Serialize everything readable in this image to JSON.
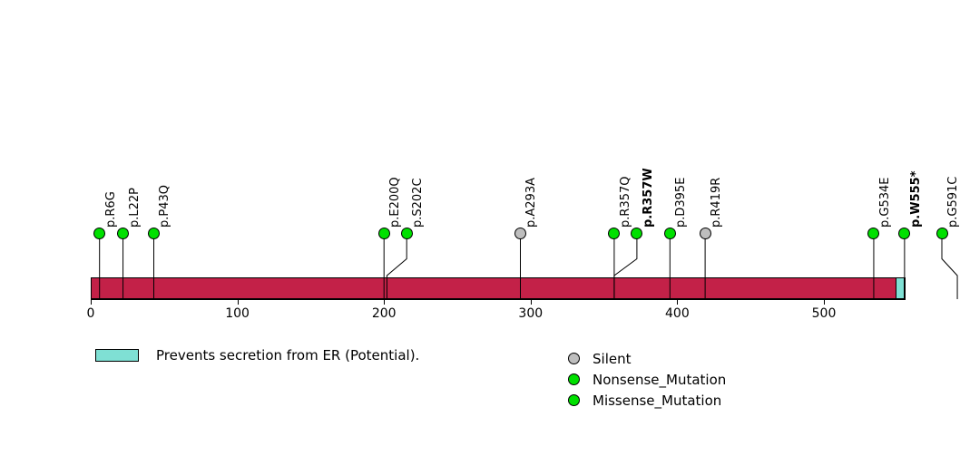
{
  "chart_data": {
    "type": "lollipop",
    "title": "",
    "xlabel": "",
    "ylabel": "",
    "xlim": [
      0,
      586
    ],
    "grid": false,
    "protein": {
      "length": 556,
      "bar_color": "#C32148",
      "start": 0,
      "end": 556
    },
    "domains": [
      {
        "name": "Prevents secretion from ER (Potential).",
        "color": "#7FE0D4",
        "start": 549,
        "end": 555
      }
    ],
    "mutations": [
      {
        "label": "p.R6G",
        "position": 6,
        "type": "Missense_Mutation",
        "color": "#00E000",
        "bold": false
      },
      {
        "label": "p.L22P",
        "position": 22,
        "type": "Missense_Mutation",
        "color": "#00E000",
        "bold": false
      },
      {
        "label": "p.P43Q",
        "position": 43,
        "type": "Missense_Mutation",
        "color": "#00E000",
        "bold": false
      },
      {
        "label": "p.E200Q",
        "position": 200,
        "type": "Missense_Mutation",
        "color": "#00E000",
        "bold": false
      },
      {
        "label": "p.S202C",
        "position": 202,
        "type": "Missense_Mutation",
        "color": "#00E000",
        "bold": false
      },
      {
        "label": "p.A293A",
        "position": 293,
        "type": "Silent",
        "color": "#BEBEBE",
        "bold": false
      },
      {
        "label": "p.R357Q",
        "position": 357,
        "type": "Missense_Mutation",
        "color": "#00E000",
        "bold": false
      },
      {
        "label": "p.R357W",
        "position": 357,
        "type": "Missense_Mutation",
        "color": "#00E000",
        "bold": true
      },
      {
        "label": "p.D395E",
        "position": 395,
        "type": "Missense_Mutation",
        "color": "#00E000",
        "bold": false
      },
      {
        "label": "p.R419R",
        "position": 419,
        "type": "Silent",
        "color": "#BEBEBE",
        "bold": false
      },
      {
        "label": "p.G534E",
        "position": 534,
        "type": "Missense_Mutation",
        "color": "#00E000",
        "bold": false
      },
      {
        "label": "p.W555*",
        "position": 555,
        "type": "Nonsense_Mutation",
        "color": "#00E000",
        "bold": true
      },
      {
        "label": "p.G591C",
        "position": 591,
        "type": "Missense_Mutation",
        "color": "#00E000",
        "bold": false
      }
    ],
    "axis_ticks": [
      {
        "value": 0,
        "label": "0"
      },
      {
        "value": 100,
        "label": "100"
      },
      {
        "value": 200,
        "label": "200"
      },
      {
        "value": 300,
        "label": "300"
      },
      {
        "value": 400,
        "label": "400"
      },
      {
        "value": 500,
        "label": "500"
      }
    ],
    "legend": {
      "domain_entries": [
        {
          "label": "Prevents secretion from ER (Potential).",
          "color": "#7FE0D4"
        }
      ],
      "mutation_entries": [
        {
          "label": "Silent",
          "color": "#BEBEBE"
        },
        {
          "label": "Nonsense_Mutation",
          "color": "#00E000"
        },
        {
          "label": "Missense_Mutation",
          "color": "#00E000"
        }
      ]
    }
  }
}
